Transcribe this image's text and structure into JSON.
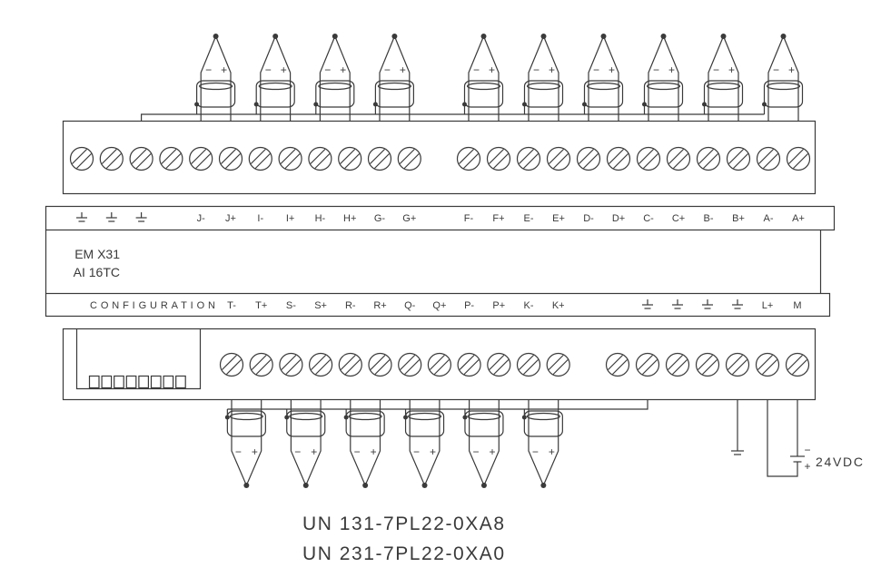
{
  "colors": {
    "line": "#3a3a3a",
    "background": "#ffffff"
  },
  "icons": {
    "screw": "terminal-screw-icon",
    "ground": "ground-icon",
    "junction": "junction-dot-icon",
    "shield": "cable-shield-icon",
    "battery": "battery-icon"
  },
  "module": {
    "model_line1": "EM X31",
    "model_line2": "AI 16TC"
  },
  "dip_switch": {
    "icon": "dip-switch-icon"
  },
  "top_terminals": {
    "left": [
      {
        "icon": "ground-icon"
      },
      {
        "icon": "ground-icon"
      },
      {
        "icon": "ground-icon"
      },
      {},
      {
        "label": "J-"
      },
      {
        "label": "J+"
      },
      {
        "label": "I-"
      },
      {
        "label": "I+"
      },
      {
        "label": "H-"
      },
      {
        "label": "H+"
      },
      {
        "label": "G-"
      },
      {
        "label": "G+"
      }
    ],
    "right": [
      {
        "label": "F-"
      },
      {
        "label": "F+"
      },
      {
        "label": "E-"
      },
      {
        "label": "E+"
      },
      {
        "label": "D-"
      },
      {
        "label": "D+"
      },
      {
        "label": "C-"
      },
      {
        "label": "C+"
      },
      {
        "label": "B-"
      },
      {
        "label": "B+"
      },
      {
        "label": "A-"
      },
      {
        "label": "A+"
      }
    ]
  },
  "bottom_terminals": {
    "config_label": "CONFIGURATION",
    "left": [
      {
        "label": "T-"
      },
      {
        "label": "T+"
      },
      {
        "label": "S-"
      },
      {
        "label": "S+"
      },
      {
        "label": "R-"
      },
      {
        "label": "R+"
      },
      {
        "label": "Q-"
      },
      {
        "label": "Q+"
      },
      {
        "label": "P-"
      },
      {
        "label": "P+"
      },
      {
        "label": "K-"
      },
      {
        "label": "K+"
      }
    ],
    "right": [
      {},
      {
        "icon": "ground-icon"
      },
      {
        "icon": "ground-icon"
      },
      {
        "icon": "ground-icon"
      },
      {
        "icon": "ground-icon"
      },
      {
        "label": "L+"
      },
      {
        "label": "M"
      }
    ]
  },
  "top_sensors": [
    {
      "minus": "−",
      "plus": "+"
    },
    {
      "minus": "−",
      "plus": "+"
    },
    {
      "minus": "−",
      "plus": "+"
    },
    {
      "minus": "−",
      "plus": "+"
    },
    {
      "minus": "−",
      "plus": "+"
    },
    {
      "minus": "−",
      "plus": "+"
    },
    {
      "minus": "−",
      "plus": "+"
    },
    {
      "minus": "−",
      "plus": "+"
    },
    {
      "minus": "−",
      "plus": "+"
    },
    {
      "minus": "−",
      "plus": "+"
    }
  ],
  "bottom_sensors": [
    {
      "minus": "−",
      "plus": "+"
    },
    {
      "minus": "−",
      "plus": "+"
    },
    {
      "minus": "−",
      "plus": "+"
    },
    {
      "minus": "−",
      "plus": "+"
    },
    {
      "minus": "−",
      "plus": "+"
    },
    {
      "minus": "−",
      "plus": "+"
    }
  ],
  "power_supply": {
    "label": "24VDC",
    "minus": "−",
    "plus": "+"
  },
  "order_numbers": [
    "UN 131-7PL22-0XA8",
    "UN 231-7PL22-0XA0"
  ]
}
